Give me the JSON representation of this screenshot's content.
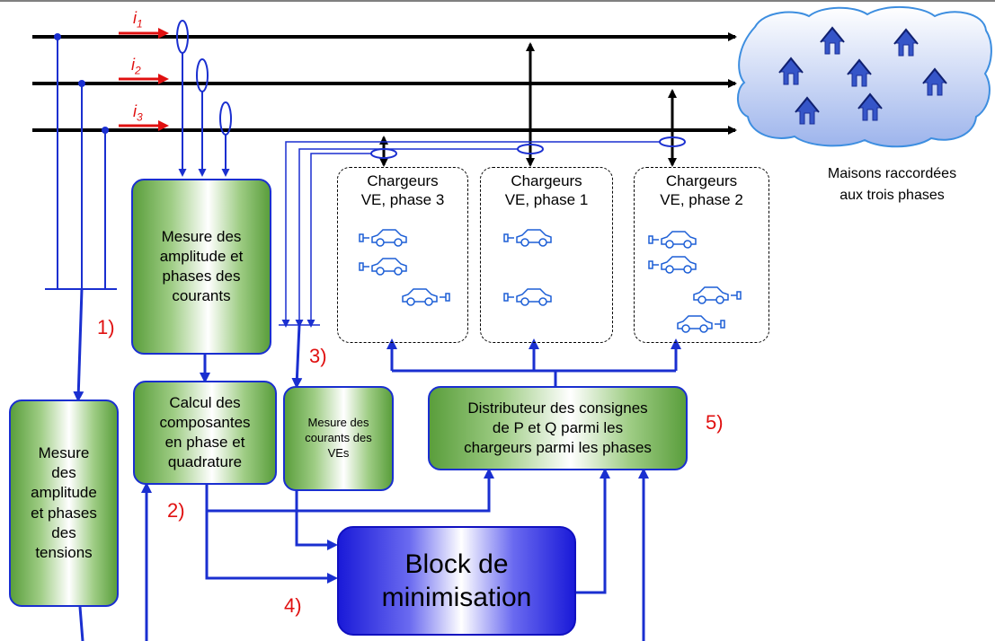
{
  "colors": {
    "wire": "#000000",
    "signal": "#1a2fd0",
    "accent": "#e01010",
    "box_green": "#5a9e3c"
  },
  "currents": [
    "i1",
    "i2",
    "i3"
  ],
  "current_labels": [
    {
      "base": "i",
      "sub": "1"
    },
    {
      "base": "i",
      "sub": "2"
    },
    {
      "base": "i",
      "sub": "3"
    }
  ],
  "blocks": {
    "mesure_courants": {
      "lines": [
        "Mesure des",
        "amplitude et",
        "phases  des",
        "courants"
      ]
    },
    "calcul": {
      "lines": [
        "Calcul des",
        "composantes",
        "en phase et",
        "quadrature"
      ]
    },
    "mesure_ves": {
      "lines": [
        "Mesure des",
        "courants des",
        "VEs"
      ]
    },
    "distributeur": {
      "lines": [
        "Distributeur des consignes",
        "de P et Q parmi les",
        "chargeurs parmi les phases"
      ]
    },
    "tensions": {
      "lines": [
        "Mesure",
        "des",
        "amplitude",
        "et phases",
        "des",
        "tensions"
      ]
    },
    "minimisation": {
      "lines": [
        "Block de",
        "minimisation"
      ]
    }
  },
  "chargers": [
    {
      "line1": "Chargeurs",
      "line2": "VE, phase 3"
    },
    {
      "line1": "Chargeurs",
      "line2": "VE, phase 1"
    },
    {
      "line1": "Chargeurs",
      "line2": "VE, phase 2"
    }
  ],
  "houses_label": {
    "line1": "Maisons raccordées",
    "line2": "aux trois phases"
  },
  "step_numbers": [
    "1)",
    "2)",
    "3)",
    "4)",
    "5)"
  ],
  "icons": {
    "car": "ev-car-icon",
    "plug": "charging-plug-icon",
    "house": "house-icon",
    "cloud": "cloud-icon"
  }
}
